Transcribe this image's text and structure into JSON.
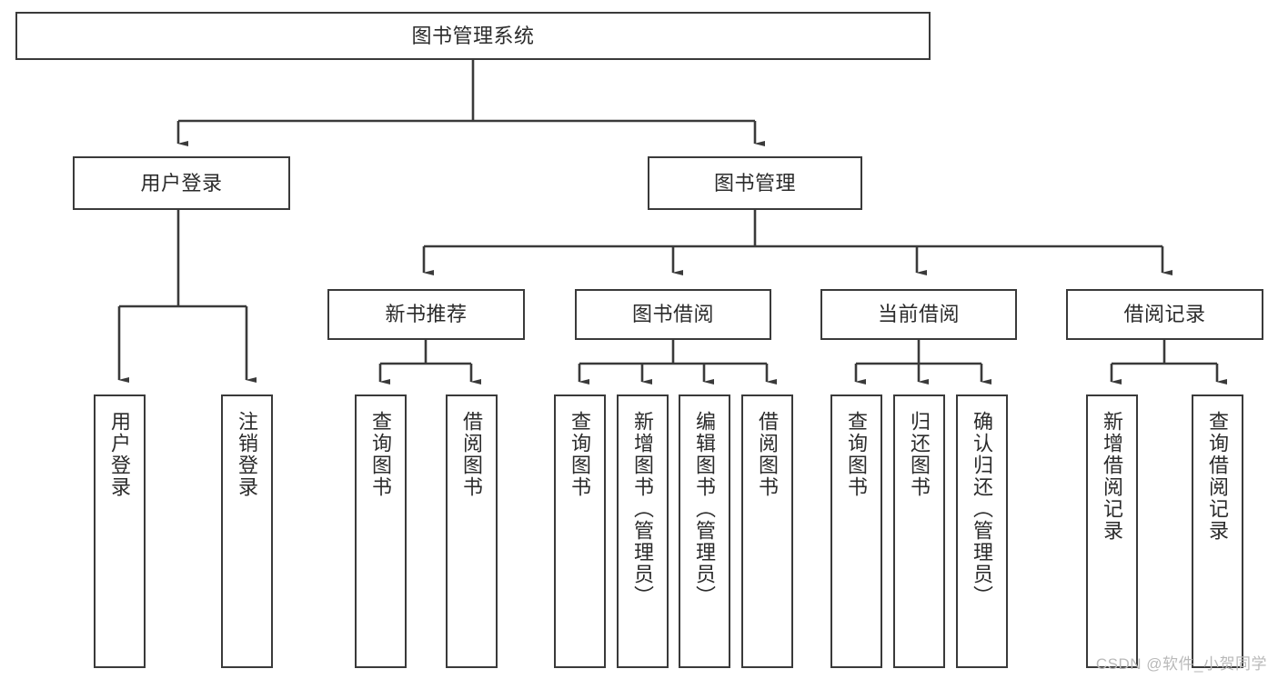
{
  "diagram": {
    "type": "tree",
    "title": "图书管理系统",
    "root": {
      "label": "图书管理系统"
    },
    "level2": [
      {
        "label": "用户登录"
      },
      {
        "label": "图书管理"
      }
    ],
    "level3": [
      {
        "label": "新书推荐"
      },
      {
        "label": "图书借阅"
      },
      {
        "label": "当前借阅"
      },
      {
        "label": "借阅记录"
      }
    ],
    "leaves": [
      {
        "label": "用户登录",
        "parent": "用户登录"
      },
      {
        "label": "注销登录",
        "parent": "用户登录"
      },
      {
        "label": "查询图书",
        "parent": "新书推荐"
      },
      {
        "label": "借阅图书",
        "parent": "新书推荐"
      },
      {
        "label": "查询图书",
        "parent": "图书借阅"
      },
      {
        "label": "新增图书（管理员）",
        "parent": "图书借阅"
      },
      {
        "label": "编辑图书（管理员）",
        "parent": "图书借阅"
      },
      {
        "label": "借阅图书",
        "parent": "图书借阅"
      },
      {
        "label": "查询图书",
        "parent": "当前借阅"
      },
      {
        "label": "归还图书",
        "parent": "当前借阅"
      },
      {
        "label": "确认归还（管理员）",
        "parent": "当前借阅"
      },
      {
        "label": "新增借阅记录",
        "parent": "借阅记录"
      },
      {
        "label": "查询借阅记录",
        "parent": "借阅记录"
      }
    ]
  },
  "watermark": {
    "text": "CSDN @软件_小贺同学"
  },
  "colors": {
    "stroke": "#3a3a3a",
    "text": "#2b2b2b",
    "background": "#ffffff",
    "watermark": "#b9b9b9"
  }
}
